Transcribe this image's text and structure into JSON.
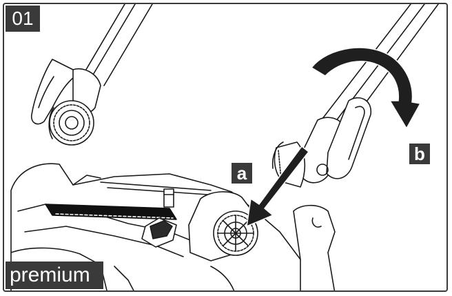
{
  "step_label": "01",
  "edition_label": "premium",
  "callouts": {
    "a": "a",
    "b": "b"
  },
  "colors": {
    "badge_bg": "#3a3a3a",
    "badge_text": "#ffffff",
    "line": "#1a1a1a",
    "arrow": "#1f1f1f"
  }
}
